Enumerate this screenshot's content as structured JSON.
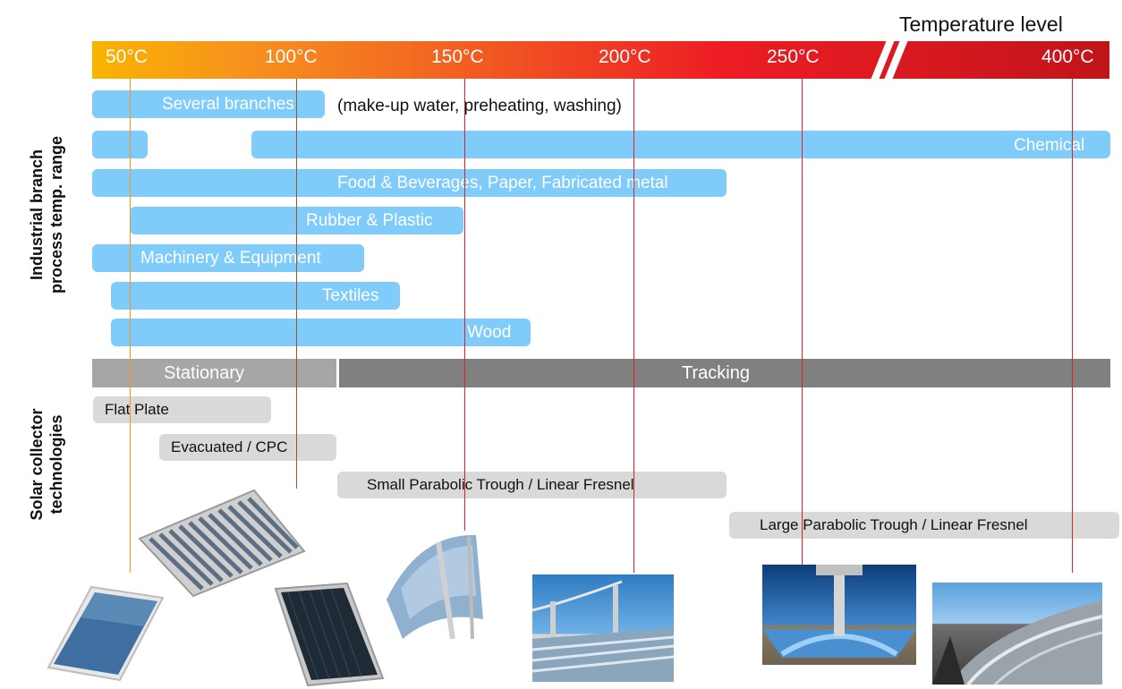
{
  "header": {
    "title": "Temperature level",
    "ticks": [
      "50°C",
      "100°C",
      "150°C",
      "200°C",
      "250°C",
      "400°C"
    ]
  },
  "axes": {
    "branch_label_line1": "Industrial  branch",
    "branch_label_line2": "process temp. range",
    "solar_label_line1": "Solar collector",
    "solar_label_line2": "technologies"
  },
  "branches": [
    {
      "label": "Several branches",
      "note": "(make-up water, preheating, washing)"
    },
    {
      "label": "Chemical"
    },
    {
      "label": "Food & Beverages, Paper, Fabricated metal"
    },
    {
      "label": "Rubber & Plastic"
    },
    {
      "label": "Machinery & Equipment"
    },
    {
      "label": "Textiles"
    },
    {
      "label": "Wood"
    }
  ],
  "modes": {
    "stationary": "Stationary",
    "tracking": "Tracking"
  },
  "technologies": [
    {
      "label": "Flat Plate"
    },
    {
      "label": "Evacuated / CPC"
    },
    {
      "label": "Small Parabolic Trough / Linear Fresnel"
    },
    {
      "label": "Large Parabolic Trough / Linear Fresnel"
    }
  ],
  "photos": [
    {
      "icon": "flat-plate-collector-photo"
    },
    {
      "icon": "evacuated-tube-collector-photo"
    },
    {
      "icon": "flat-plate-dark-collector-photo"
    },
    {
      "icon": "small-parabolic-trough-photo"
    },
    {
      "icon": "linear-fresnel-photo"
    },
    {
      "icon": "large-parabolic-trough-photo"
    },
    {
      "icon": "large-trough-field-photo"
    }
  ],
  "colors": {
    "branch_bar": "#7fccfb",
    "stationary_bar": "#a6a6a6",
    "tracking_bar": "#808080",
    "tech_bar": "#d9d9d9",
    "temp_gradient_start": "#f8b400",
    "temp_gradient_end": "#c0141b",
    "line_orange": "#f7941d",
    "line_brown": "#a0522d",
    "line_red": "#e31e24"
  }
}
